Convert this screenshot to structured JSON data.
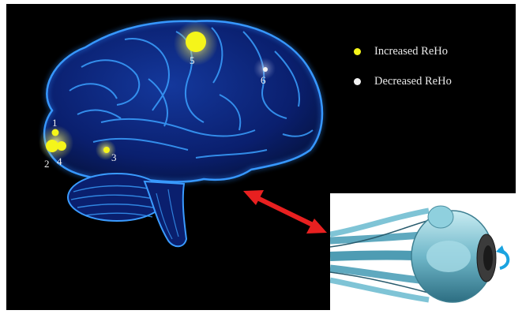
{
  "figure": {
    "legend": {
      "increased": {
        "label": "Increased ReHo",
        "color": "#f5f51a"
      },
      "decreased": {
        "label": "Decreased ReHo",
        "color": "#f2f2f2"
      }
    },
    "regions": [
      {
        "id": "1",
        "type": "increased"
      },
      {
        "id": "2",
        "type": "increased"
      },
      {
        "id": "3",
        "type": "increased"
      },
      {
        "id": "4",
        "type": "increased"
      },
      {
        "id": "5",
        "type": "increased"
      },
      {
        "id": "6",
        "type": "decreased"
      }
    ],
    "colors": {
      "background": "#000000",
      "brain_fill": "#0a1f6e",
      "brain_glow": "#2f8dff",
      "arrow": "#e82020",
      "eye_tint": "#9fd6e3",
      "rotation_arrow": "#1aa3e0"
    },
    "icons": {
      "connection": "double-arrow",
      "eye": "eyeball-with-muscles",
      "rotation": "curved-rotation-arrow"
    }
  }
}
